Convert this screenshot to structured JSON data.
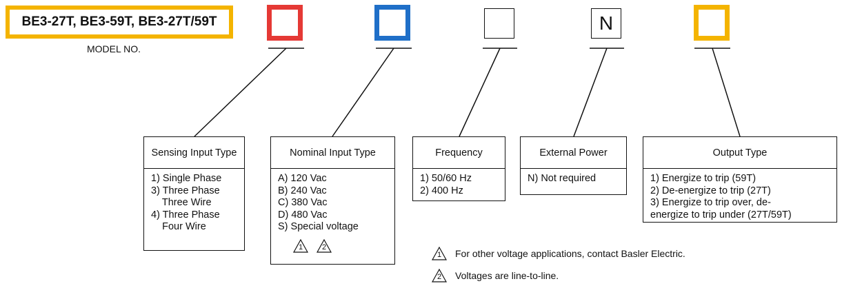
{
  "model": {
    "codes": "BE3-27T, BE3-59T, BE3-27T/59T",
    "label": "MODEL NO."
  },
  "slots": {
    "n_letter": "N"
  },
  "colors": {
    "red": "#e53935",
    "blue": "#1f6fc8",
    "yellow": "#f4b400"
  },
  "sections": [
    {
      "title": "Sensing Input Type",
      "items": [
        "1) Single Phase",
        "3) Three Phase",
        "    Three Wire",
        "4) Three Phase",
        "    Four Wire"
      ]
    },
    {
      "title": "Nominal Input Type",
      "items": [
        "A) 120 Vac",
        "B) 240 Vac",
        "C) 380 Vac",
        "D) 480 Vac",
        "S) Special voltage"
      ],
      "note_marks": [
        "1",
        "2"
      ]
    },
    {
      "title": "Frequency",
      "items": [
        "1) 50/60 Hz",
        "2) 400 Hz"
      ]
    },
    {
      "title": "External Power",
      "items": [
        "N) Not required"
      ]
    },
    {
      "title": "Output Type",
      "items": [
        "1) Energize to trip (59T)",
        "2) De-energize to trip (27T)",
        "3) Energize to trip over, de-",
        "energize to trip under (27T/59T)"
      ]
    }
  ],
  "notes": [
    {
      "mark": "1",
      "text": "For other voltage applications, contact Basler Electric."
    },
    {
      "mark": "2",
      "text": "Voltages are line-to-line."
    }
  ]
}
